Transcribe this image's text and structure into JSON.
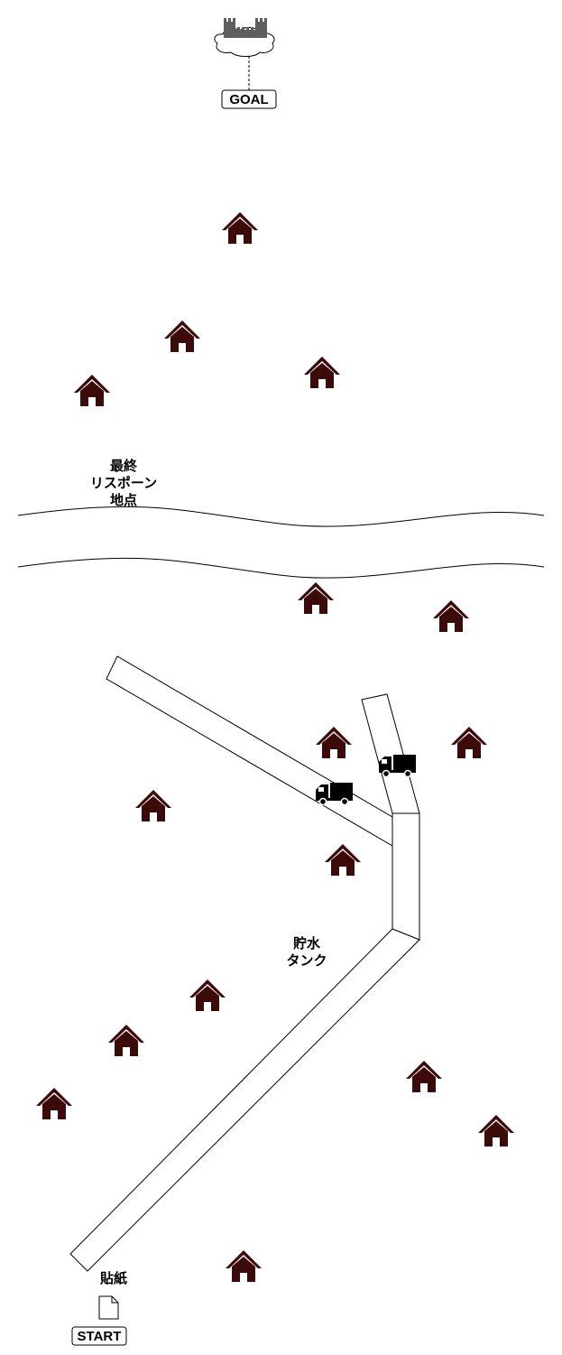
{
  "labels": {
    "goal": "GOAL",
    "start": "START",
    "respawn_line1": "最終",
    "respawn_line2": "リスポーン",
    "respawn_line3": "地点",
    "tank_line1": "貯水",
    "tank_line2": "タンク",
    "sticker": "貼紙"
  },
  "icons": {
    "castle": "castle-cloud-icon",
    "house": "house-icon",
    "truck": "truck-icon",
    "document": "document-icon"
  },
  "colors": {
    "house": "#3d0a0a",
    "castle": "#5f5f5f",
    "line": "#000000",
    "background": "#ffffff"
  }
}
